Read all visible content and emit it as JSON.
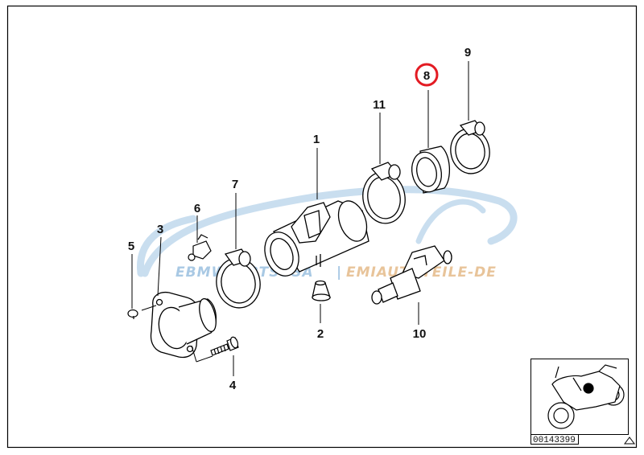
{
  "diagram": {
    "part_labels": {
      "p1": "1",
      "p2": "2",
      "p3": "3",
      "p4": "4",
      "p5": "5",
      "p6": "6",
      "p7": "7",
      "p8": "8",
      "p9": "9",
      "p10": "10",
      "p11": "11"
    },
    "highlighted_label": "8",
    "highlight_color": "#e31b23",
    "watermark_left": "EBMWPARTSUSA",
    "watermark_right": "EMIAUTOTEILE-DE",
    "watermark_separator": "|",
    "watermark_color": "#a9c9e4",
    "thumbnail": {
      "code": "00143399",
      "corner_icon": "triangle-icon"
    }
  }
}
